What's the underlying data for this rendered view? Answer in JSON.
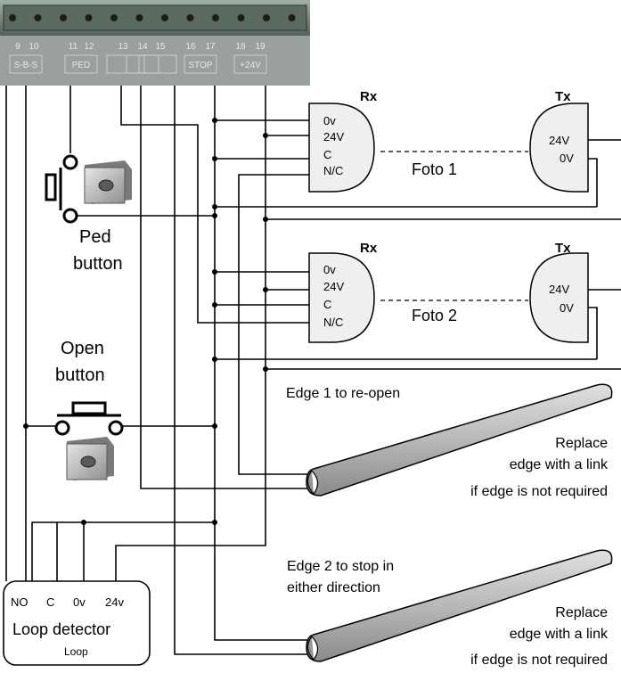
{
  "terminal_block": {
    "numbers": [
      "9",
      "10",
      "11",
      "12",
      "13",
      "14",
      "15",
      "16",
      "17",
      "18",
      "19"
    ],
    "labels": [
      "S-B-S",
      "PED",
      "",
      "",
      "",
      "STOP",
      "+24V"
    ]
  },
  "foto1": {
    "name": "Foto 1",
    "rx_label": "Rx",
    "tx_label": "Tx",
    "rx_pins": [
      "0v",
      "24V",
      "C",
      "N/C"
    ],
    "tx_pins": [
      "24V",
      "0V"
    ]
  },
  "foto2": {
    "name": "Foto 2",
    "rx_label": "Rx",
    "tx_label": "Tx",
    "rx_pins": [
      "0v",
      "24V",
      "C",
      "N/C"
    ],
    "tx_pins": [
      "24V",
      "0V"
    ]
  },
  "ped_button": {
    "line1": "Ped",
    "line2": "button"
  },
  "open_button": {
    "line1": "Open",
    "line2": "button"
  },
  "edge1": {
    "title": "Edge 1 to re-open",
    "note": [
      "Replace",
      "edge with a link",
      "if edge is not required"
    ]
  },
  "edge2": {
    "title": [
      "Edge 2 to stop in",
      "either direction"
    ],
    "note": [
      "Replace",
      "edge with a link",
      "if edge is not required"
    ]
  },
  "loop_detector": {
    "terminals": [
      "NO",
      "C",
      "0v",
      "24v"
    ],
    "title": "Loop detector",
    "subtitle": "Loop"
  }
}
